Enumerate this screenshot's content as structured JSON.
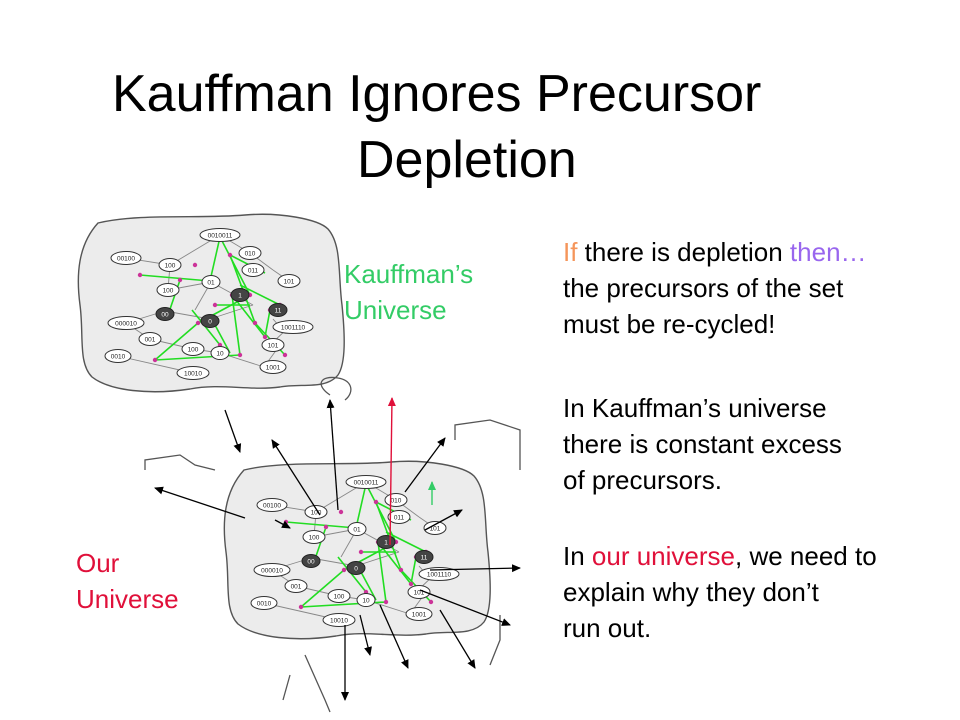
{
  "title": {
    "line1": "Kauffman Ignores Precursor",
    "line2": "Depletion"
  },
  "labels": {
    "kauffman_line1": "Kauffman’s",
    "kauffman_line2": "Universe",
    "ours_line1": "Our",
    "ours_line2": "Universe"
  },
  "text": {
    "p1_if": "If",
    "p1_mid": " there is depletion ",
    "p1_then": "then…",
    "p1_l2": "the precursors of the set",
    "p1_l3": "must be re-cycled!",
    "p2_l1": "In Kauffman’s universe",
    "p2_l2": "there is constant excess",
    "p2_l3": "of precursors.",
    "p3_pre": "In ",
    "p3_our": "our universe",
    "p3_post": ", we need to",
    "p3_l2": "explain why they don’t",
    "p3_l3": "run out."
  },
  "nodes": {
    "n0010011": "0010011",
    "n010": "010",
    "n00100": "00100",
    "n100a": "100",
    "n011": "011",
    "n100b": "100",
    "n01": "01",
    "n101a": "101",
    "n1": "1",
    "n11": "11",
    "n000010": "000010",
    "n00": "00",
    "n0": "0",
    "n1001110": "1001110",
    "n001": "001",
    "n101b": "101",
    "n10": "10",
    "n100c": "100",
    "n0010": "0010",
    "n1001": "1001",
    "n10010": "10010"
  },
  "colors": {
    "green": "#33cc66",
    "red": "#e0103a",
    "orange": "#f5955a",
    "purple": "#9966ee",
    "edge_green": "#22dd22",
    "edge_gray": "#888888",
    "dot_magenta": "#cc3399"
  }
}
